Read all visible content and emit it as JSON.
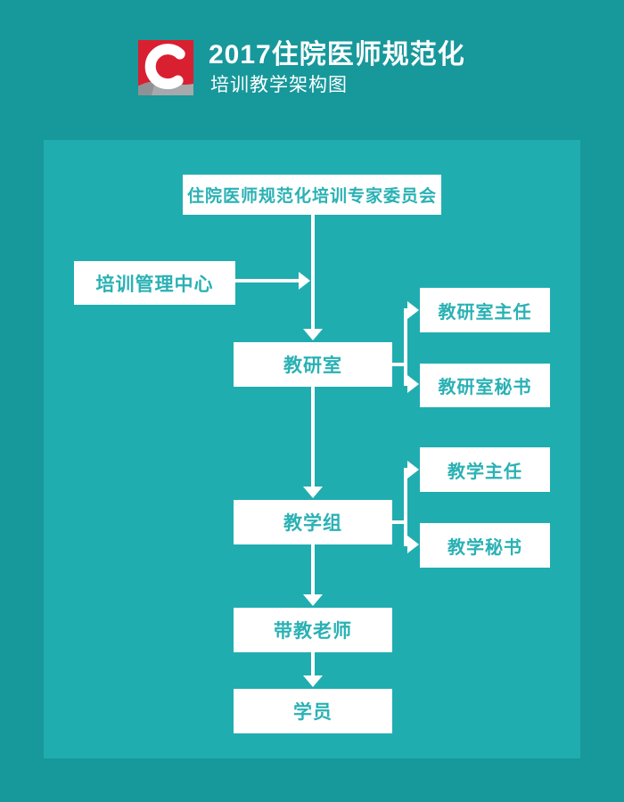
{
  "header": {
    "title": "2017住院医师规范化",
    "subtitle": "培训教学架构图",
    "logo_letter": "C"
  },
  "colors": {
    "background": "#17989B",
    "panel": "#20ADB0",
    "node_background": "#FFFFFF",
    "node_text": "#2AB1B4",
    "connector": "#FFFFFF",
    "header_text": "#FFFFFF",
    "logo_red": "#D92030",
    "logo_gray": "#A7A9AC"
  },
  "flowchart": {
    "nodes": {
      "committee": {
        "label": "住院医师规范化培训专家委员会"
      },
      "training_center": {
        "label": "培训管理中心"
      },
      "teaching_research_office": {
        "label": "教研室"
      },
      "office_director": {
        "label": "教研室主任"
      },
      "office_secretary": {
        "label": "教研室秘书"
      },
      "teaching_group": {
        "label": "教学组"
      },
      "teaching_director": {
        "label": "教学主任"
      },
      "teaching_secretary": {
        "label": "教学秘书"
      },
      "mentor": {
        "label": "带教老师"
      },
      "trainee": {
        "label": "学员"
      }
    },
    "edges": [
      {
        "from": "committee",
        "to": "teaching_research_office"
      },
      {
        "from": "training_center",
        "to": "teaching_research_office"
      },
      {
        "from": "teaching_research_office",
        "to": "office_director"
      },
      {
        "from": "teaching_research_office",
        "to": "office_secretary"
      },
      {
        "from": "teaching_research_office",
        "to": "teaching_group"
      },
      {
        "from": "teaching_group",
        "to": "teaching_director"
      },
      {
        "from": "teaching_group",
        "to": "teaching_secretary"
      },
      {
        "from": "teaching_group",
        "to": "mentor"
      },
      {
        "from": "mentor",
        "to": "trainee"
      }
    ]
  }
}
